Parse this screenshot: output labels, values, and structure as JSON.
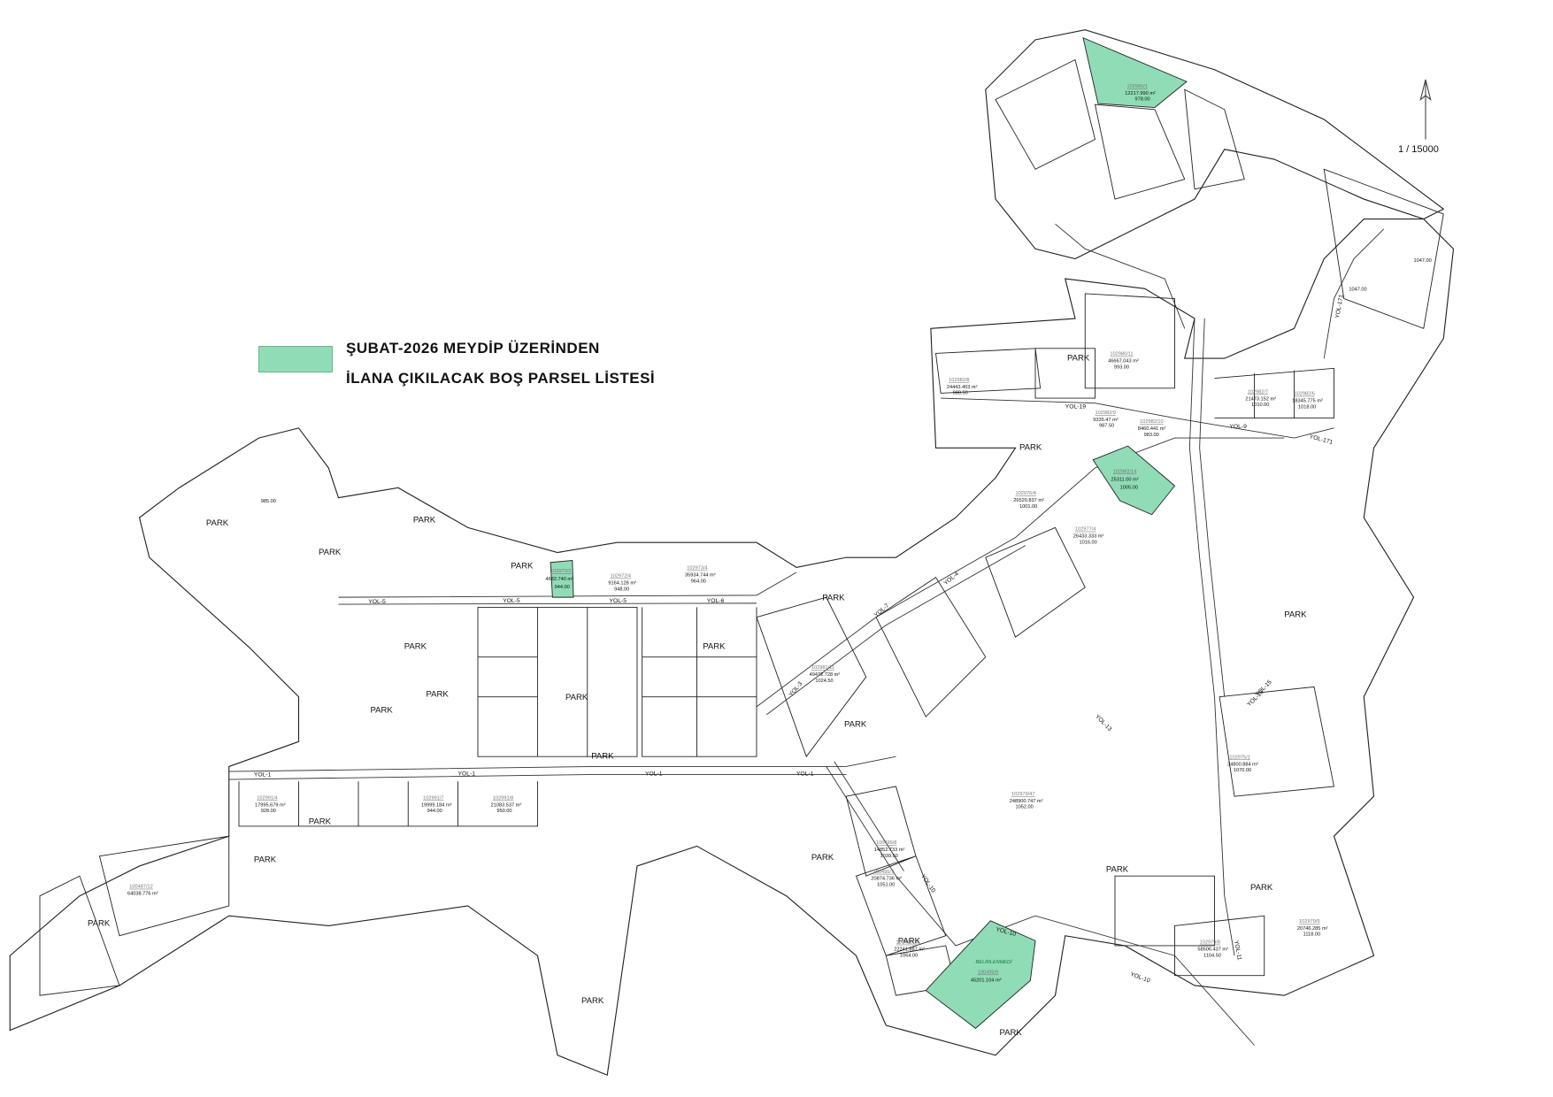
{
  "legend": {
    "color": "#8fdcb6",
    "line1": "ŞUBAT-2026  MEYDİP  ÜZERİNDEN",
    "line2": "İLANA  ÇIKILACAK  BOŞ  PARSEL  LİSTESİ"
  },
  "scale": "1 / 15000",
  "highlighted_parcels": [
    {
      "no": "102980/1",
      "area": "12217.990 m²",
      "elev": "978.00"
    },
    {
      "no": "102982/14",
      "area": "25311.00 m²",
      "elev": "1005.00"
    },
    {
      "no": "102972/2",
      "area": "4682.740 m²",
      "elev": "944.00"
    },
    {
      "no": "100495/9",
      "note": "BELİRLENMEDİ",
      "area": "45201.104 m²"
    }
  ],
  "parks": [
    "PARK",
    "PARK",
    "PARK",
    "PARK",
    "PARK",
    "PARK",
    "PARK",
    "PARK",
    "PARK",
    "PARK",
    "PARK",
    "PARK",
    "PARK",
    "PARK",
    "PARK",
    "PARK",
    "PARK",
    "PARK",
    "PARK",
    "PARK",
    "PARK",
    "PARK",
    "PARK",
    "PARK"
  ],
  "roads": [
    "YOL-1",
    "YOL-1",
    "YOL-1",
    "YOL-1",
    "YOL-5",
    "YOL-5",
    "YOL-5",
    "YOL-6",
    "YOL-4",
    "YOL-7",
    "YOL-3",
    "YOL-10",
    "YOL-10",
    "YOL-10",
    "YOL-11",
    "YOL-13",
    "YOL-15",
    "YOL-16",
    "YOL-19",
    "YOL-171",
    "YOL-171",
    "YOL-9"
  ],
  "parcels": [
    {
      "no": "102982/9",
      "area": "9335.47 m²",
      "elev": "987.50"
    },
    {
      "no": "102982/10",
      "area": "8460.441 m²",
      "elev": "983.00"
    },
    {
      "no": "100495/8",
      "area": "14852.733 m²",
      "elev": "1039.50"
    },
    {
      "no": "100495/7",
      "area": "20874.736 m²",
      "elev": "1051.00"
    },
    {
      "no": "100495/10",
      "area": "22241.887 m²",
      "elev": "1064.00"
    },
    {
      "no": "102972/4",
      "area": "9164.128 m²",
      "elev": "948.00"
    },
    {
      "no": "102973/4",
      "area": "35934.744 m²",
      "elev": "964.00"
    },
    {
      "no": "102976/4",
      "area": "26520.837 m²",
      "elev": "1001.00"
    },
    {
      "no": "102977/4",
      "area": "26433.333 m²",
      "elev": "1016.00"
    },
    {
      "no": "102979/47",
      "area": "248900.747 m²",
      "elev": "1052.00"
    },
    {
      "no": "100487/12",
      "area": "64038.776 m²",
      "elev": ""
    },
    {
      "no": "102980/11",
      "area": "46667.043 m²",
      "elev": "993.00"
    },
    {
      "no": "102981/11",
      "area": "49472.728 m²",
      "elev": "1024.50"
    },
    {
      "no": "102975/1",
      "area": "34800.884 m²",
      "elev": "1070.00"
    },
    {
      "no": "102979/9",
      "area": "20746.285 m²",
      "elev": "1118.00"
    },
    {
      "no": "102979/8",
      "area": "58506.437 m²",
      "elev": "1104.50"
    },
    {
      "no": "102991/8",
      "area": "21083.537 m²",
      "elev": "950.00"
    },
    {
      "no": "102991/7",
      "area": "19999.184 m²",
      "elev": "944.00"
    },
    {
      "no": "102991/4",
      "area": "17995.679 m²",
      "elev": "928.00"
    },
    {
      "no": "102982/8",
      "area": "24443.403 m²",
      "elev": "980.50"
    },
    {
      "no": "102982/7",
      "area": "21473.152 m²",
      "elev": "1010.00"
    },
    {
      "no": "102982/6",
      "area": "18345.775 m²",
      "elev": "1018.00"
    }
  ],
  "elevations_unlabeled": [
    "985.00",
    "1047.00",
    "1047.00"
  ]
}
